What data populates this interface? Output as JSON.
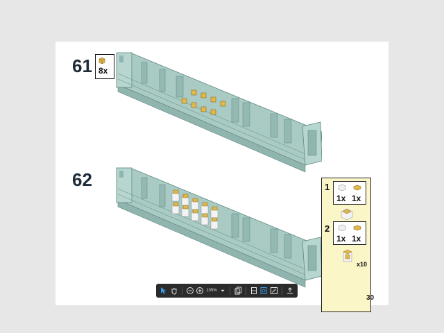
{
  "steps": [
    {
      "number": "61",
      "parts_quantity": "8x"
    },
    {
      "number": "62"
    }
  ],
  "subassembly": {
    "steps": [
      {
        "number": "1",
        "quantities": [
          "1x",
          "1x"
        ]
      },
      {
        "number": "2",
        "quantities": [
          "1x",
          "1x"
        ]
      }
    ],
    "multiplier": "x10"
  },
  "page_number": "30",
  "toolbar": {
    "zoom": "105%",
    "icons": [
      "cursor-icon",
      "hand-icon",
      "zoom-out-icon",
      "zoom-in-icon",
      "chevron-down-icon",
      "copy-icon",
      "fit-page-icon",
      "fit-width-icon",
      "fullscreen-icon",
      "upload-icon"
    ]
  },
  "colors": {
    "model_body": "#a9cbc4",
    "model_dark": "#6f948d",
    "highlight_brick": "#e2b84a",
    "sub_panel": "#fbf6c8",
    "step_number": "#1f2b38",
    "toolbar_bg": "#2b2b2b",
    "toolbar_active": "#3b9ae6"
  }
}
